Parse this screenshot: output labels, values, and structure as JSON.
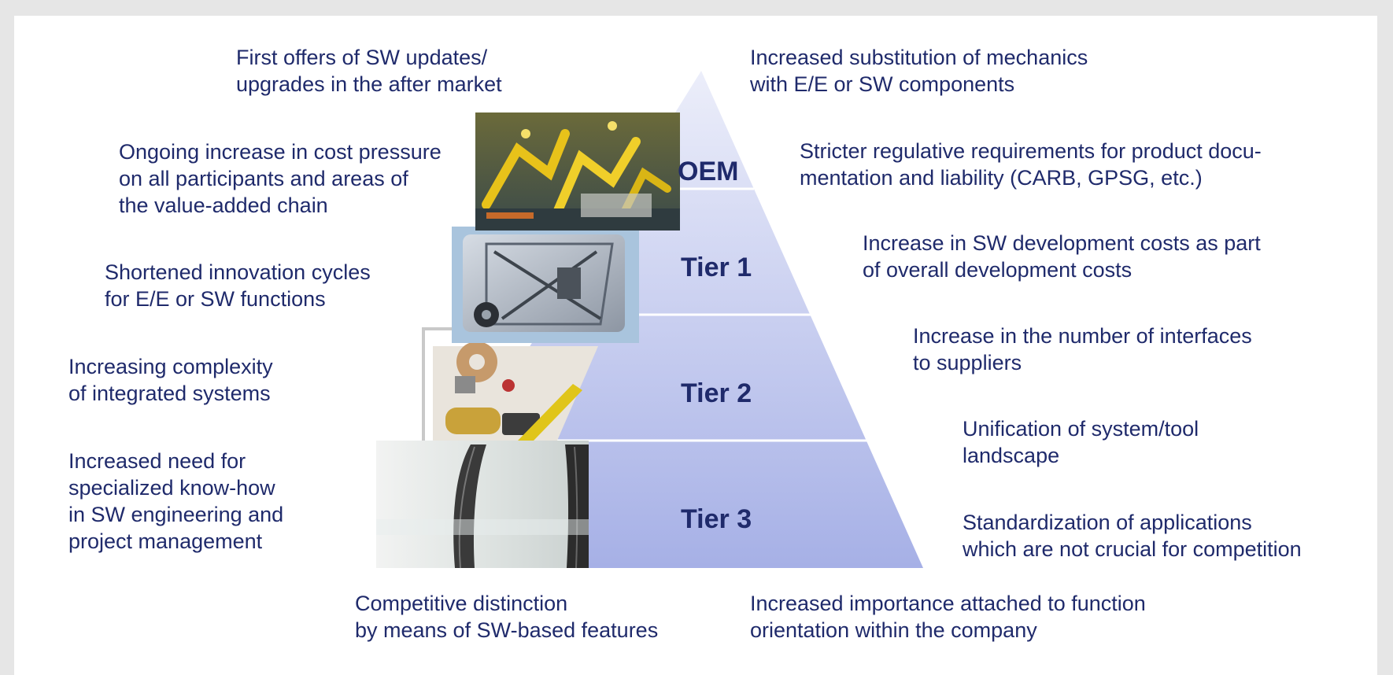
{
  "pyramid": {
    "tiers": [
      {
        "label": "OEM",
        "photo": "industrial-robots-photo"
      },
      {
        "label": "Tier 1",
        "photo": "window-regulator-photo"
      },
      {
        "label": "Tier 2",
        "photo": "auto-parts-photo"
      },
      {
        "label": "Tier 3",
        "photo": "steel-coils-photo"
      }
    ]
  },
  "left_notes": [
    "First offers of SW updates/\nupgrades in the after market",
    "Ongoing increase in cost pressure\non all participants and areas of\nthe value-added chain",
    "Shortened innovation cycles\nfor E/E or SW functions",
    "Increasing complexity\nof integrated systems",
    "Increased need for\nspecialized know-how\nin SW engineering and\nproject management"
  ],
  "right_notes": [
    "Increased substitution of mechanics\nwith E/E or SW components",
    "Stricter regulative requirements for product docu-\nmentation and liability (CARB, GPSG, etc.)",
    "Increase in SW development costs as part\nof overall development costs",
    "Increase in the number of interfaces\nto suppliers",
    "Unification of system/tool\nlandscape",
    "Standardization of applications\nwhich are not crucial for competition"
  ],
  "bottom_notes": [
    "Competitive distinction\nby means of SW-based features",
    "Increased importance attached to function\norientation within the company"
  ],
  "colors": {
    "text": "#1f2a6b",
    "pyramid_top": "#eceefa",
    "pyramid_bottom": "#a6b0e6",
    "divider": "#ffffff"
  }
}
